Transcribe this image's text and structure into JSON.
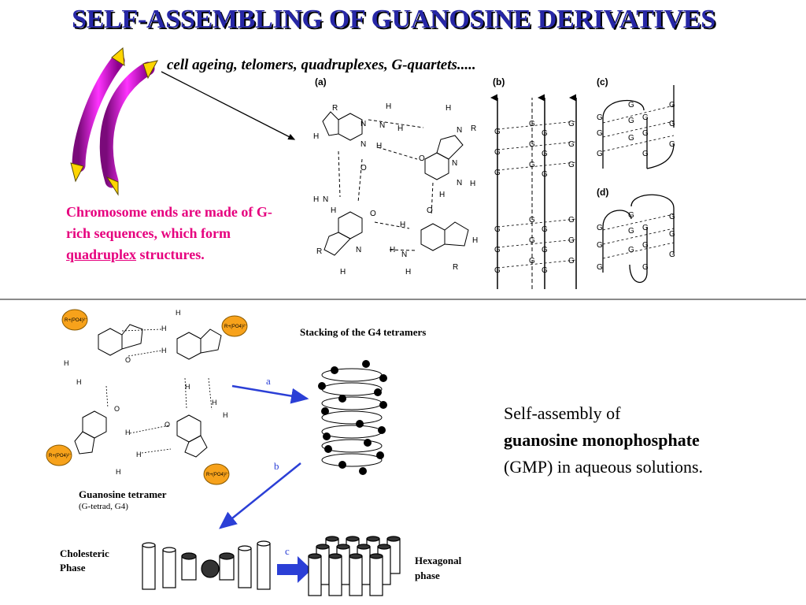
{
  "title": "SELF-ASSEMBLING OF GUANOSINE DERIVATIVES",
  "subtitle": "cell ageing, telomers, quadruplexes, G-quartets.....",
  "chromosome_caption": {
    "part1": "Chromosome ends are made of G-rich sequences, which form ",
    "emphasis": "quadruplex",
    "part2": " structures."
  },
  "panels": {
    "a": "(a)",
    "b": "(b)",
    "c": "(c)",
    "d": "(d)"
  },
  "atoms": {
    "R": "R",
    "H": "H",
    "N": "N",
    "O": "O",
    "G": "G",
    "phosphate": "R+(PO4)²⁻"
  },
  "lower": {
    "stacking_label": "Stacking of the G4 tetramers",
    "tetramer_label": "Guanosine tetramer",
    "tetramer_sub": "(G-tetrad, G4)",
    "arrow_a": "a",
    "arrow_b": "b",
    "arrow_c": "c",
    "cholesteric": "Cholesteric Phase",
    "hexagonal": "Hexagonal phase"
  },
  "gmp_caption": {
    "line1": "Self-assembly of",
    "bold": "guanosine monophosphate",
    "line3": "(GMP) in aqueous solutions."
  },
  "colors": {
    "title": "#2727a6",
    "caption_pink": "#e6007e",
    "arrow_blue": "#2b3fd6",
    "phosphate_orange": "#f7a21b",
    "chromosome_magenta": "#cc00cc"
  }
}
